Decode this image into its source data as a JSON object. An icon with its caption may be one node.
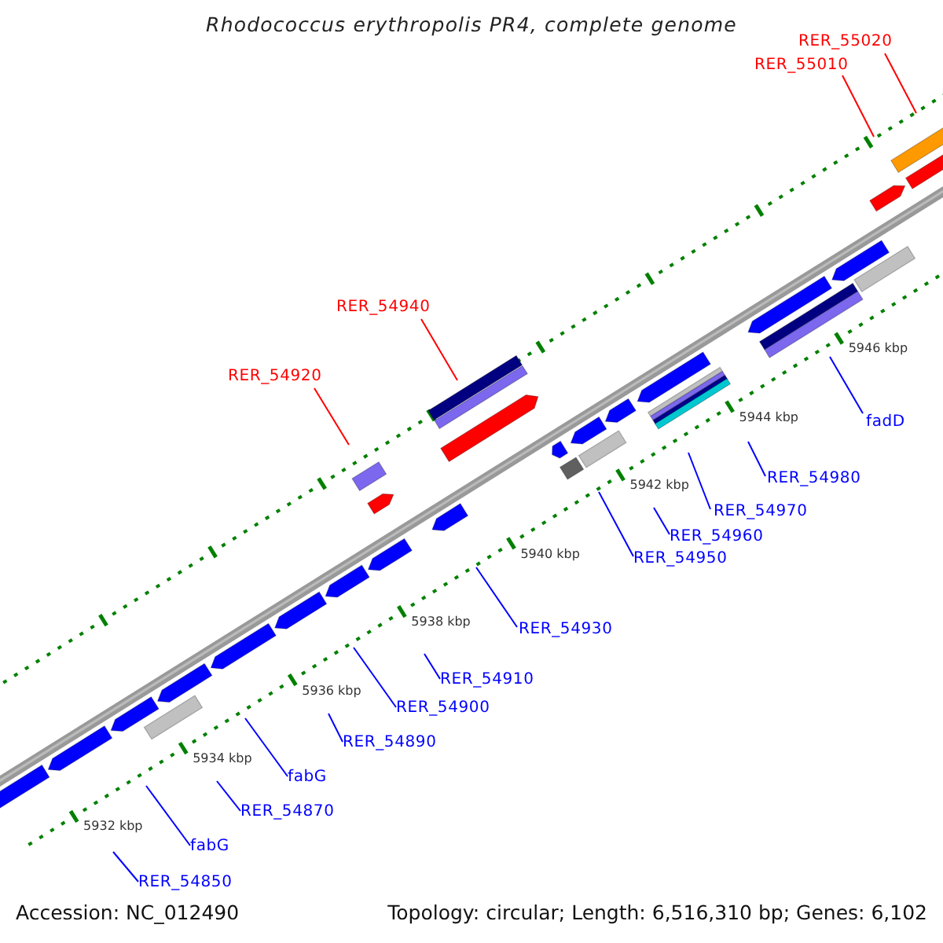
{
  "diagram": {
    "title": "Rhodococcus erythropolis PR4, complete genome",
    "nodes": [
      {
        "text": [
          "RER_55020"
        ]
      },
      {
        "text": [
          "RER_55010"
        ]
      },
      {
        "text": [
          "RER_54940"
        ]
      },
      {
        "text": [
          "RER_54920"
        ]
      },
      {
        "text": [
          "fadD"
        ]
      },
      {
        "text": [
          "RER_54980"
        ]
      },
      {
        "text": [
          "RER_54970"
        ]
      },
      {
        "text": [
          "RER_54960"
        ]
      },
      {
        "text": [
          "RER_54950"
        ]
      },
      {
        "text": [
          "RER_54930"
        ]
      },
      {
        "text": [
          "RER_54910"
        ]
      },
      {
        "text": [
          "RER_54900"
        ]
      },
      {
        "text": [
          "RER_54890"
        ]
      },
      {
        "text": [
          "fabG"
        ]
      },
      {
        "text": [
          "RER_54870"
        ]
      },
      {
        "text": [
          "fabG"
        ]
      },
      {
        "text": [
          "RER_54850"
        ]
      }
    ],
    "edges": [
      {
        "from": 0,
        "to": null,
        "arrow": "none",
        "color": "#ff0000"
      },
      {
        "from": 1,
        "to": null,
        "arrow": "none",
        "color": "#ff0000"
      },
      {
        "from": 2,
        "to": null,
        "arrow": "none",
        "color": "#ff0000"
      },
      {
        "from": 3,
        "to": null,
        "arrow": "none",
        "color": "#ff0000"
      },
      {
        "from": 4,
        "to": null,
        "arrow": "none"
      },
      {
        "from": 5,
        "to": null,
        "arrow": "none"
      },
      {
        "from": 6,
        "to": null,
        "arrow": "none"
      },
      {
        "from": 7,
        "to": null,
        "arrow": "none"
      },
      {
        "from": 8,
        "to": null,
        "arrow": "none"
      },
      {
        "from": 9,
        "to": null,
        "arrow": "none"
      },
      {
        "from": 10,
        "to": null,
        "arrow": "none"
      },
      {
        "from": 11,
        "to": null,
        "arrow": "none"
      },
      {
        "from": 12,
        "to": null,
        "arrow": "none"
      },
      {
        "from": 13,
        "to": null,
        "arrow": "none"
      },
      {
        "from": 14,
        "to": null,
        "arrow": "none"
      },
      {
        "from": 15,
        "to": null,
        "arrow": "none"
      },
      {
        "from": 16,
        "to": null,
        "arrow": "none"
      }
    ],
    "labels": [
      "5946 kbp",
      "5944 kbp",
      "5942 kbp",
      "5940 kbp",
      "5938 kbp",
      "5936 kbp",
      "5934 kbp",
      "5932 kbp",
      "Accession: NC_012490",
      "Topology: circular; Length: 6,516,310 bp; Genes: 6,102"
    ]
  }
}
